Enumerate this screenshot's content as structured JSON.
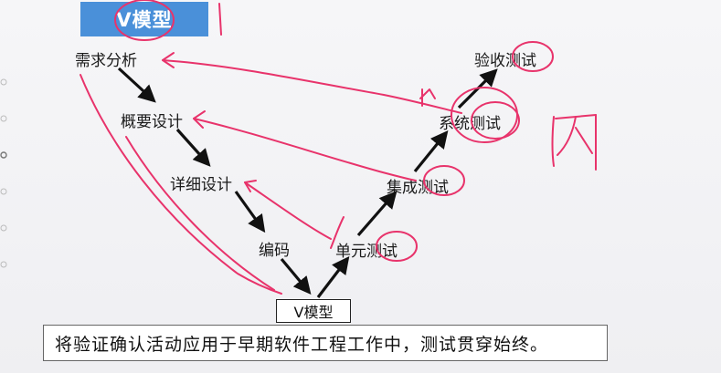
{
  "title": "V模型",
  "nodes": {
    "req": "需求分析",
    "outline": "概要设计",
    "detail": "详细设计",
    "coding": "编码",
    "unit": "单元测试",
    "integration": "集成测试",
    "system": "系统测试",
    "acceptance": "验收测试"
  },
  "bottom_label": "V模型",
  "caption": "将验证确认活动应用于早期软件工程工作中，测试贯穿始终。",
  "colors": {
    "banner": "#4a90d9",
    "annotation": "#e8336b",
    "arrow": "#111111"
  }
}
